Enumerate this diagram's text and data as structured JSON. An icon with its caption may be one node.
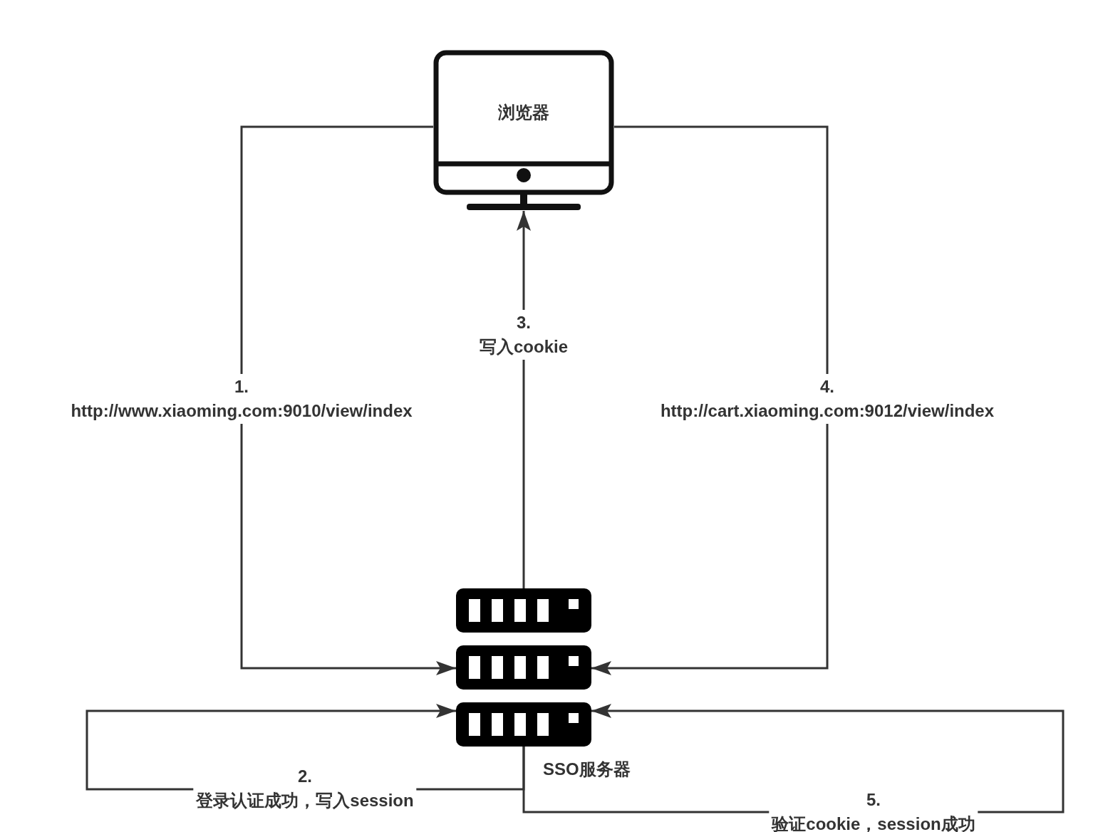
{
  "diagram": {
    "nodes": [
      {
        "text": [
          "浏览器"
        ]
      },
      {
        "text": [],
        "shape": "server",
        "beside": [
          "SSO服务器"
        ]
      }
    ],
    "edges": [
      {
        "from": 0,
        "to": 1,
        "arrow": "to",
        "label": "1. http://www.xiaoming.com:9010/view/index"
      },
      {
        "from": 1,
        "to": 1,
        "arrow": "to",
        "label": "2. 登录认证成功，写入session"
      },
      {
        "from": 1,
        "to": 0,
        "arrow": "to",
        "label": "3. 写入cookie"
      },
      {
        "from": 0,
        "to": 1,
        "arrow": "to",
        "label": "4. http://cart.xiaoming.com:9012/view/index"
      },
      {
        "from": 1,
        "to": 1,
        "arrow": "to",
        "label": "5. 验证cookie，session成功"
      }
    ]
  }
}
